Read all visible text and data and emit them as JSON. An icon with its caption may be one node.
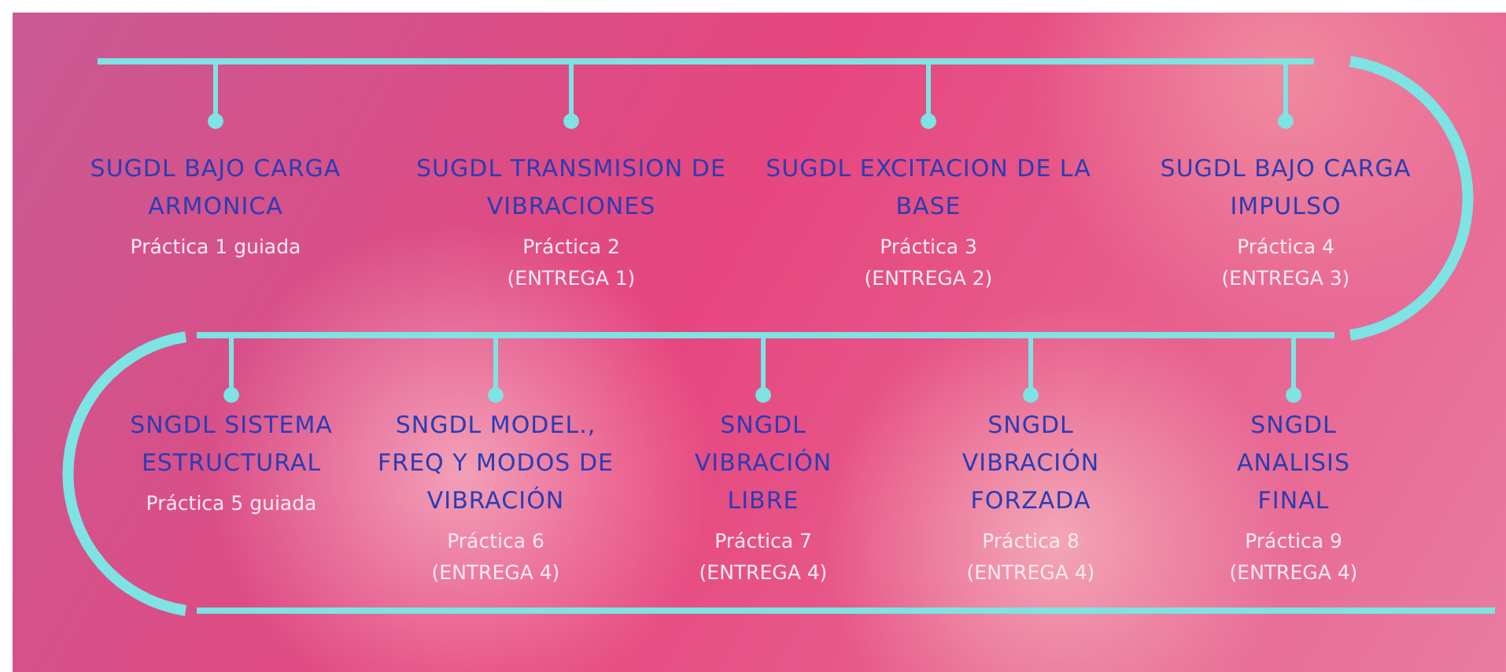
{
  "diagram": {
    "nodes": [
      {
        "text": [
          "SUGDL BAJO CARGA ARMONICA",
          "Práctica 1 guiada"
        ]
      },
      {
        "text": [
          "SUGDL TRANSMISION DE VIBRACIONES",
          "Práctica 2",
          "(ENTREGA 1)"
        ]
      },
      {
        "text": [
          "SUGDL EXCITACION DE LA BASE",
          "Práctica 3",
          "(ENTREGA 2)"
        ]
      },
      {
        "text": [
          "SUGDL BAJO CARGA IMPULSO",
          "Práctica 4",
          "(ENTREGA 3)"
        ]
      },
      {
        "text": [
          "SNGDL SISTEMA ESTRUCTURAL",
          "Práctica 5  guiada"
        ]
      },
      {
        "text": [
          "SNGDL MODEL., FREQ Y MODOS DE VIBRACIÓN",
          "Práctica 6",
          "(ENTREGA 4)"
        ]
      },
      {
        "text": [
          "SNGDL VIBRACIÓN LIBRE",
          "Práctica 7",
          "(ENTREGA 4)"
        ]
      },
      {
        "text": [
          "SNGDL VIBRACIÓN FORZADA",
          "Práctica 8",
          "(ENTREGA 4)"
        ]
      },
      {
        "text": [
          "SNGDL ANALISIS FINAL",
          "Práctica 9",
          "(ENTREGA 4)"
        ]
      }
    ]
  }
}
